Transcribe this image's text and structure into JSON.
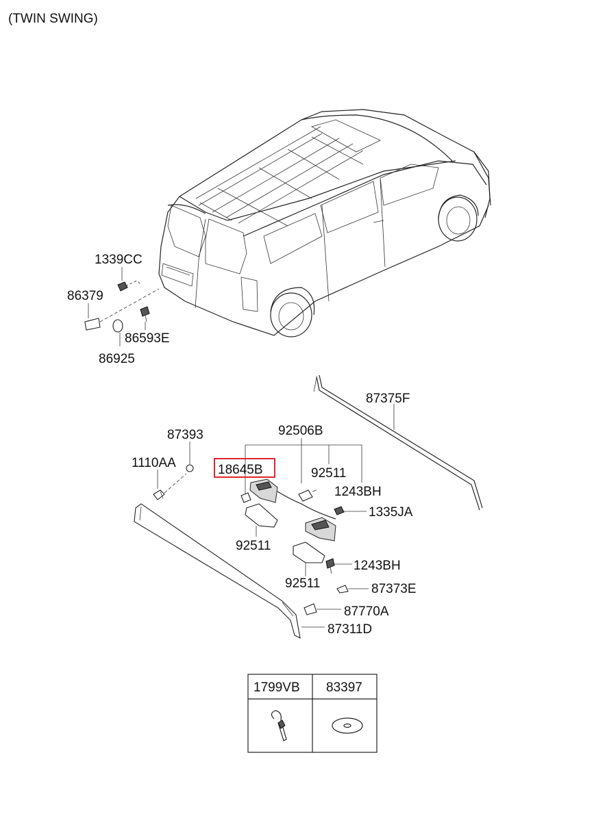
{
  "header": {
    "title": "(TWIN SWING)"
  },
  "labels": {
    "p1339CC": "1339CC",
    "p86379": "86379",
    "p86593E": "86593E",
    "p86925": "86925",
    "p87375F": "87375F",
    "p92506B": "92506B",
    "p87393": "87393",
    "p1110AA": "1110AA",
    "p18645B": "18645B",
    "p92511_a": "92511",
    "p1243BH_a": "1243BH",
    "p1335JA": "1335JA",
    "p92511_b": "92511",
    "p1243BH_b": "1243BH",
    "p92511_c": "92511",
    "p87373E": "87373E",
    "p87770A": "87770A",
    "p87311D": "87311D"
  },
  "highlighted_part": "18645B",
  "legend_table": {
    "col1": "1799VB",
    "col2": "83397"
  },
  "colors": {
    "highlight": "#e0262b",
    "line": "#222222"
  }
}
